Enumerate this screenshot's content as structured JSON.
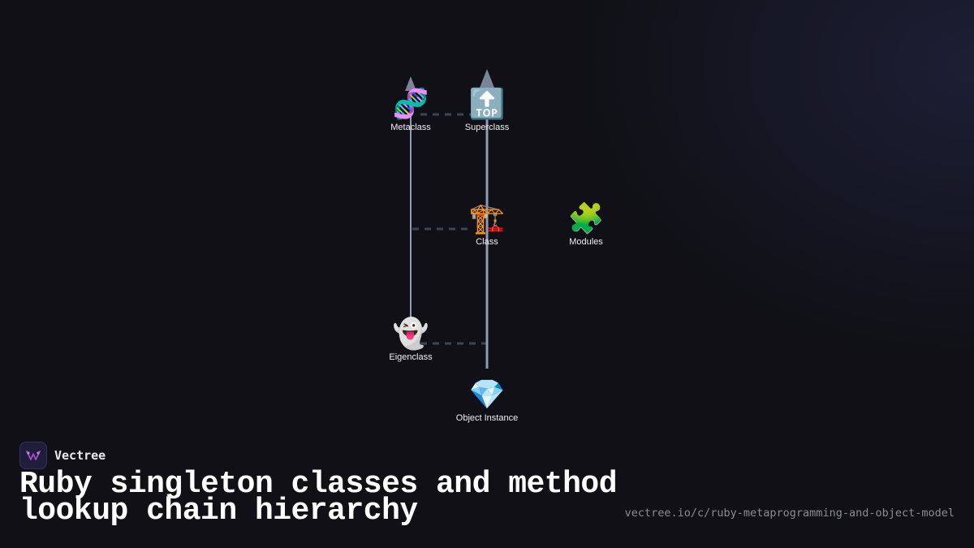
{
  "brand": {
    "name": "Vectree"
  },
  "title": "Ruby singleton classes and method lookup chain hierarchy",
  "url": "vectree.io/c/ruby-metaprogramming-and-object-model",
  "diagram": {
    "nodes": [
      {
        "id": "metaclass",
        "label": "Metaclass",
        "icon": "dna-icon",
        "glyph": "🧬"
      },
      {
        "id": "superclass",
        "label": "Superclass",
        "icon": "top-arrow-icon",
        "glyph": "🔝"
      },
      {
        "id": "class",
        "label": "Class",
        "icon": "crane-icon",
        "glyph": "🏗️"
      },
      {
        "id": "modules",
        "label": "Modules",
        "icon": "puzzle-piece-icon",
        "glyph": "🧩"
      },
      {
        "id": "eigenclass",
        "label": "Eigenclass",
        "icon": "ghost-icon",
        "glyph": "👻"
      },
      {
        "id": "object-instance",
        "label": "Object Instance",
        "icon": "gem-icon",
        "glyph": "💎"
      }
    ],
    "edges": [
      {
        "from": "eigenclass",
        "to": "metaclass",
        "style": "solid"
      },
      {
        "from": "object-instance",
        "to": "superclass",
        "style": "solid"
      },
      {
        "from": "metaclass",
        "to": "superclass",
        "style": "dashed"
      },
      {
        "from": "eigenclass",
        "to": "class",
        "style": "dashed"
      },
      {
        "from": "eigenclass",
        "to": "object-instance",
        "style": "dashed"
      }
    ]
  },
  "colors": {
    "background": "#101016",
    "solid_edge": "#8e9bb0",
    "dashed_edge": "#3a4556",
    "arrowhead": "#7a8496",
    "logo_accent": "#a24bd8"
  }
}
